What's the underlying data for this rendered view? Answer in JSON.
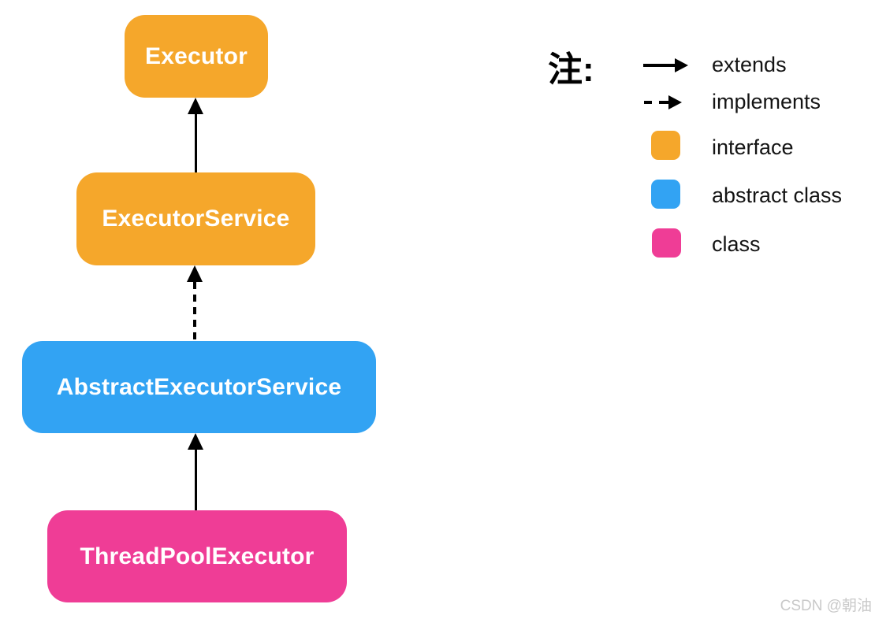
{
  "nodes": {
    "executor": {
      "label": "Executor",
      "type": "interface"
    },
    "executor_service": {
      "label": "ExecutorService",
      "type": "interface"
    },
    "abstract_executor_service": {
      "label": "AbstractExecutorService",
      "type": "abstract class"
    },
    "thread_pool_executor": {
      "label": "ThreadPoolExecutor",
      "type": "class"
    }
  },
  "edges": [
    {
      "from": "ExecutorService",
      "to": "Executor",
      "type": "extends"
    },
    {
      "from": "AbstractExecutorService",
      "to": "ExecutorService",
      "type": "implements"
    },
    {
      "from": "ThreadPoolExecutor",
      "to": "AbstractExecutorService",
      "type": "extends"
    }
  ],
  "colors": {
    "interface": "#F5A72B",
    "abstract_class": "#32A3F3",
    "class": "#EF3D96",
    "arrow": "#000000"
  },
  "legend": {
    "note": "注:",
    "extends_label": "extends",
    "implements_label": "implements",
    "interface_label": "interface",
    "abstract_class_label": "abstract class",
    "class_label": "class"
  },
  "watermark": "CSDN @朝油"
}
